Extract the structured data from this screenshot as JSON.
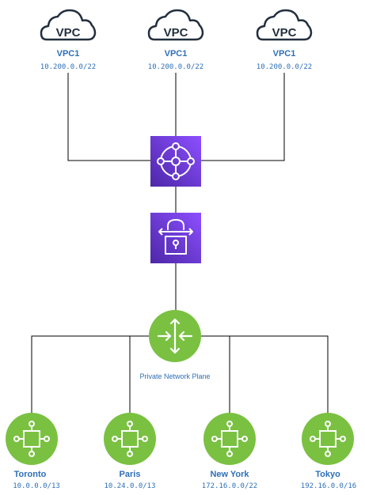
{
  "vpcs": [
    {
      "icon_text": "VPC",
      "name": "VPC1",
      "cidr": "10.200.0.0/22"
    },
    {
      "icon_text": "VPC",
      "name": "VPC1",
      "cidr": "10.200.0.0/22"
    },
    {
      "icon_text": "VPC",
      "name": "VPC1",
      "cidr": "10.200.0.0/22"
    }
  ],
  "hub": {
    "transit_gateway_icon": "transit-gateway-icon",
    "vpn_gateway_icon": "vpn-gateway-icon"
  },
  "router": {
    "icon": "router-icon",
    "label": "Private Network Plane"
  },
  "sites": [
    {
      "name": "Toronto",
      "cidr": "10.0.0.0/13"
    },
    {
      "name": "Paris",
      "cidr": "10.24.0.0/13"
    },
    {
      "name": "New York",
      "cidr": "172.16.0.0/22"
    },
    {
      "name": "Tokyo",
      "cidr": "192.16.0.0/16"
    }
  ],
  "colors": {
    "purple_top": "#8c4fff",
    "purple_bottom": "#4d27a8",
    "green": "#7ac142",
    "label_blue": "#2e6fb7"
  }
}
